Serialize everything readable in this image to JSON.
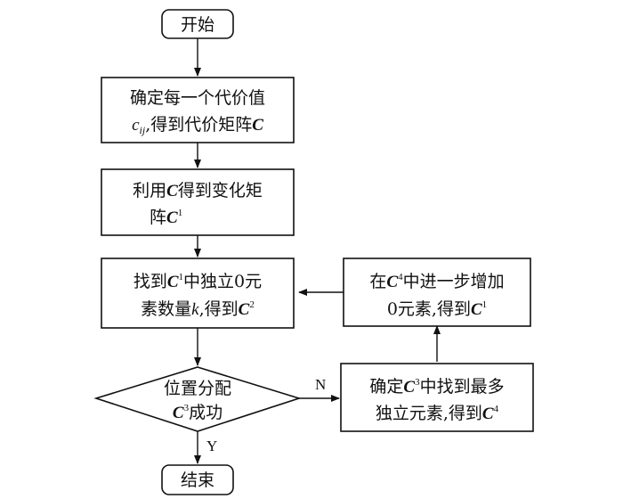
{
  "nodes": {
    "start": {
      "label": "开始"
    },
    "step1": {
      "line1": "确定每一个代价值",
      "l2_var": "c",
      "l2_sub": "ij",
      "l2_text": ",得到代价矩阵",
      "l2_mat": "C"
    },
    "step2": {
      "l1_text": "利用",
      "l1_mat": "C",
      "l1_text2": "得到变化矩",
      "l2_text": "阵",
      "l2_mat": "C",
      "l2_sup": "1"
    },
    "step3": {
      "l1_text": "找到",
      "l1_mat": "C",
      "l1_sup": "1",
      "l1_text2": "中独立0元",
      "l2_text": "素数量",
      "l2_var": "k",
      "l2_text2": ",得到",
      "l2_mat": "C",
      "l2_sup": "2"
    },
    "decision": {
      "line1": "位置分配",
      "l2_mat": "C",
      "l2_sup": "3",
      "l2_text": "成功"
    },
    "step4": {
      "l1_text": "确定",
      "l1_mat": "C",
      "l1_sup": "3",
      "l1_text2": "中找到最多",
      "l2_text": "独立元素,得到",
      "l2_mat": "C",
      "l2_sup": "4"
    },
    "step5": {
      "l1_text": "在",
      "l1_mat": "C",
      "l1_sup": "4",
      "l1_text2": "中进一步增加",
      "l2_text": "0元素,得到",
      "l2_mat": "C",
      "l2_sup": "1"
    },
    "end": {
      "label": "结束"
    }
  },
  "edges": {
    "no_label": "N",
    "yes_label": "Y"
  }
}
